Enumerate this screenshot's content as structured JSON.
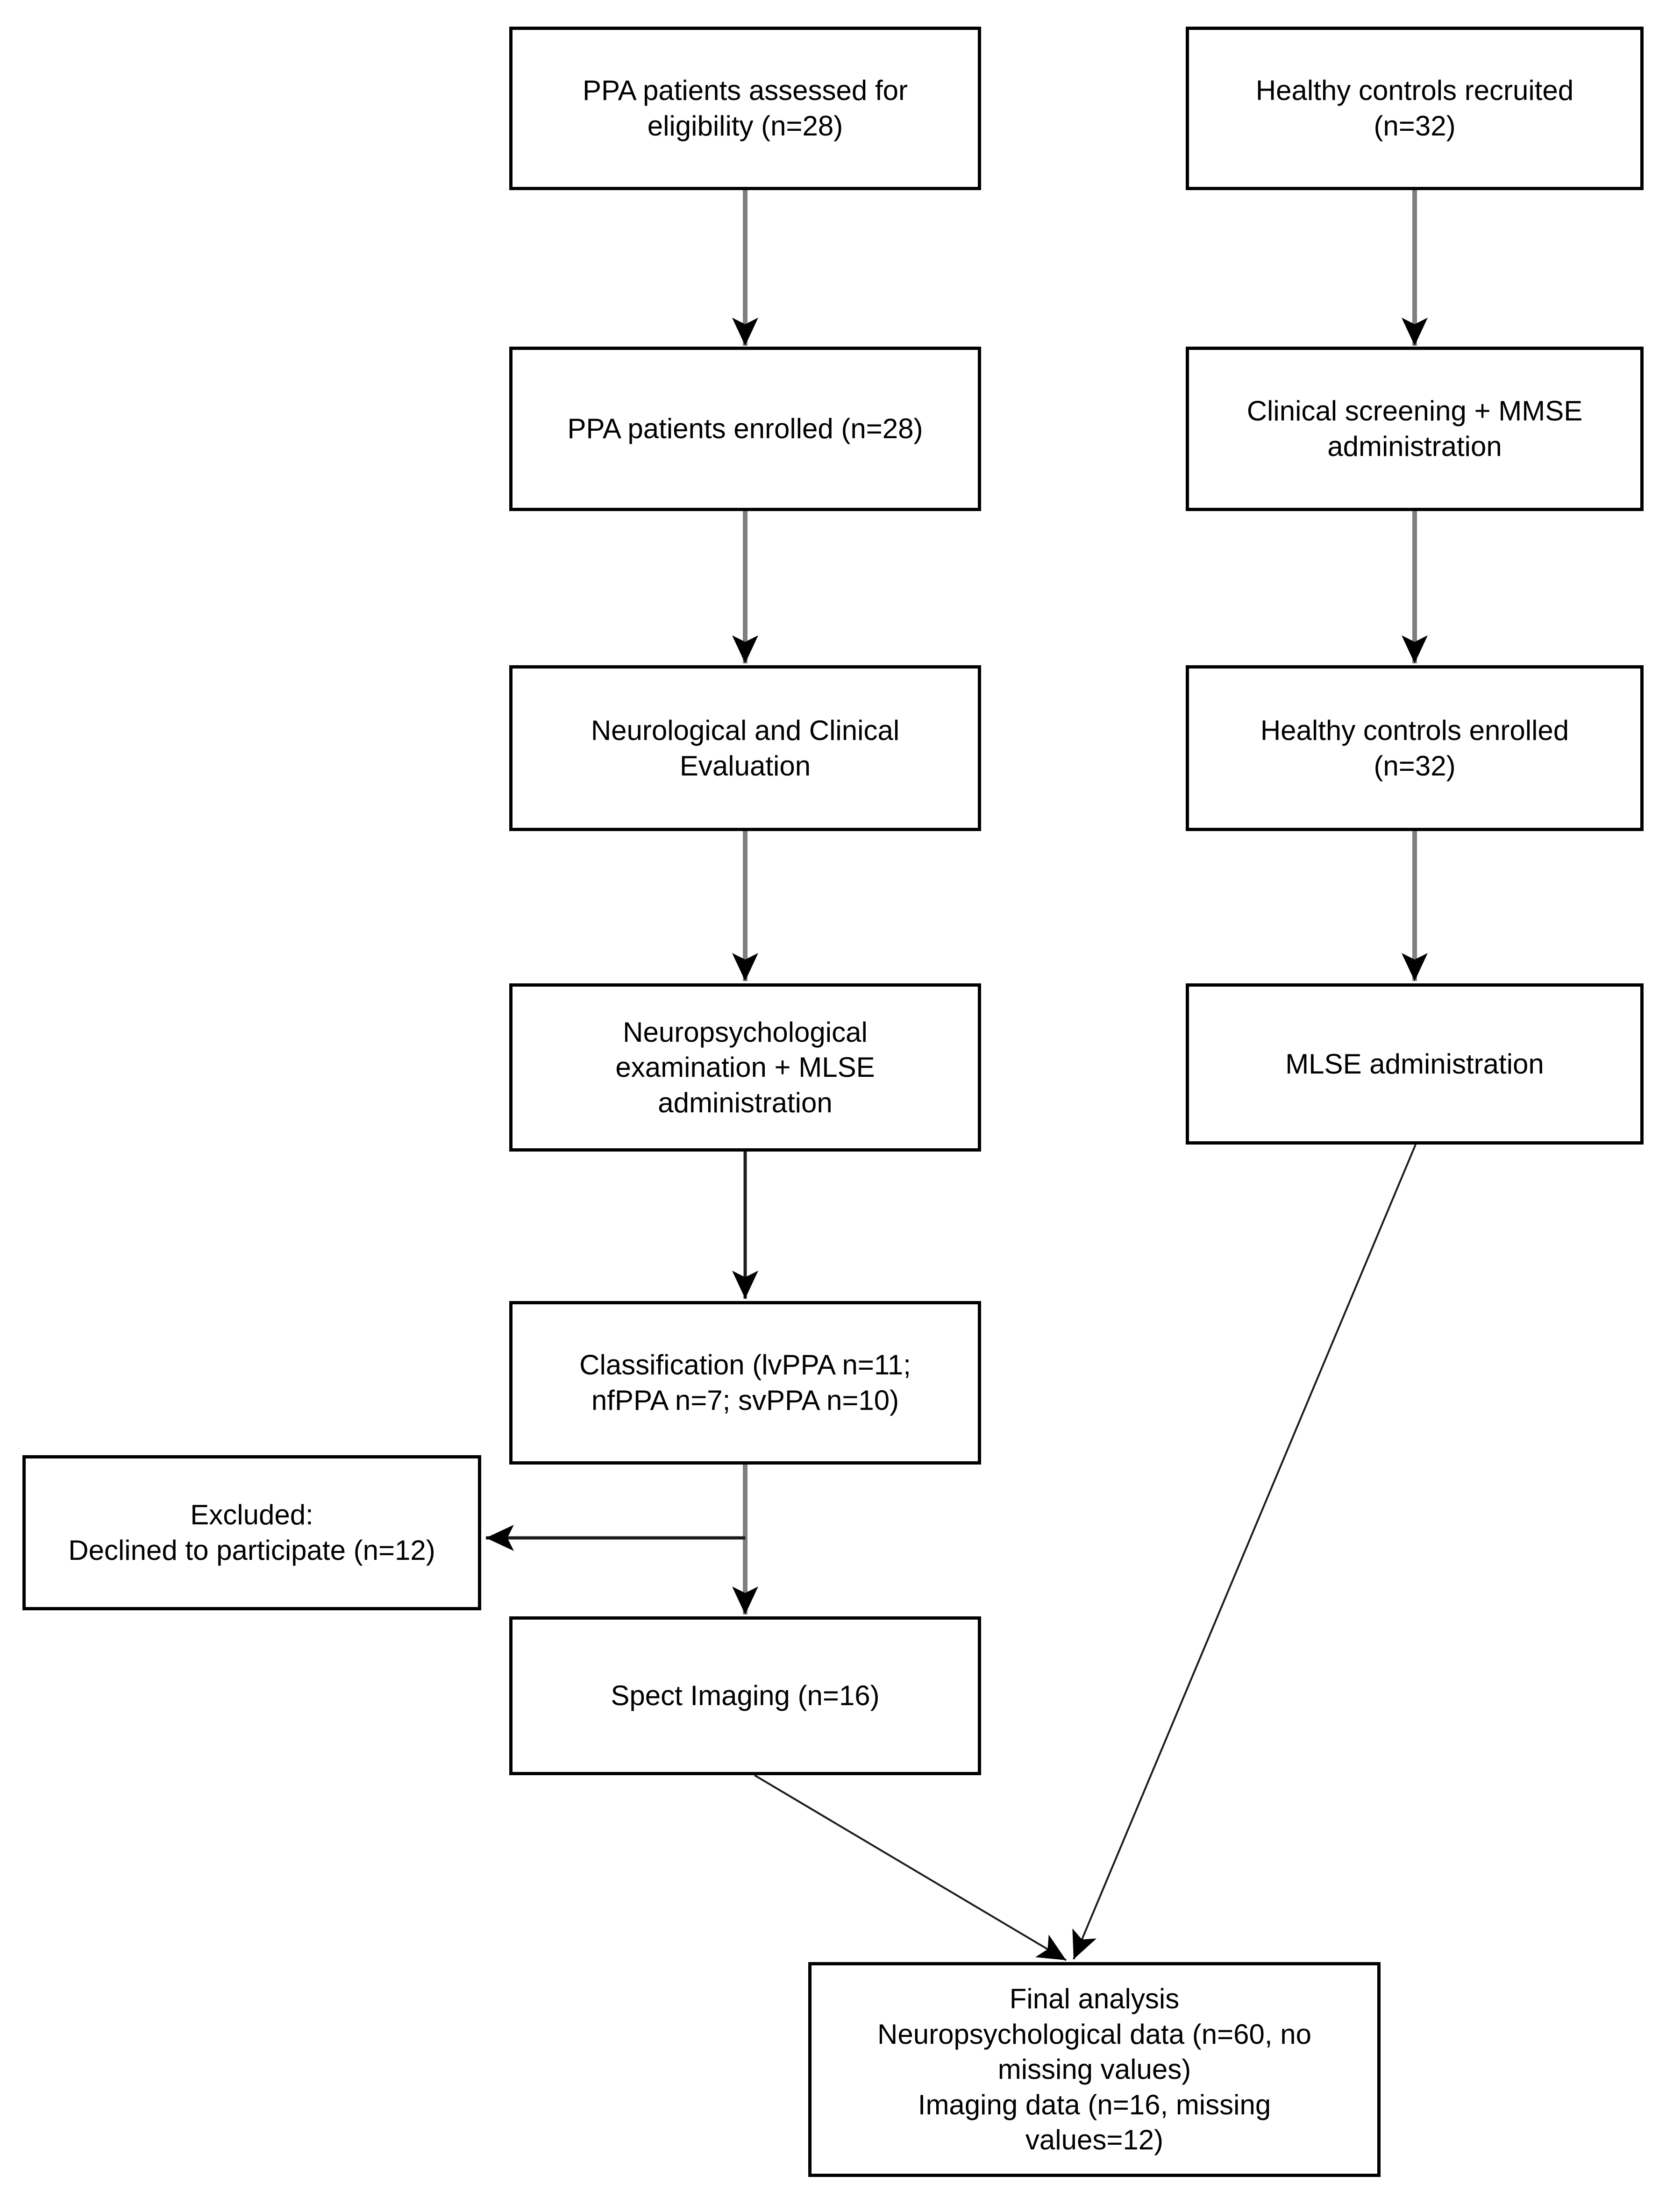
{
  "diagram": {
    "type": "flowchart",
    "nodes": {
      "ppa_assessed": {
        "label": "PPA patients assessed for\neligibility (n=28)"
      },
      "hc_recruited": {
        "label": "Healthy controls recruited\n(n=32)"
      },
      "ppa_enrolled": {
        "label": "PPA patients enrolled (n=28)"
      },
      "clinical_screening": {
        "label": "Clinical screening + MMSE\nadministration"
      },
      "neuro_eval": {
        "label": "Neurological and Clinical\nEvaluation"
      },
      "hc_enrolled": {
        "label": "Healthy controls enrolled\n(n=32)"
      },
      "neuropsych_exam": {
        "label": "Neuropsychological\nexamination + MLSE\nadministration"
      },
      "mlse_admin": {
        "label": "MLSE administration"
      },
      "classification": {
        "label": "Classification (lvPPA n=11;\nnfPPA n=7; svPPA n=10)"
      },
      "excluded": {
        "label": "Excluded:\nDeclined to participate (n=12)"
      },
      "spect": {
        "label": "Spect Imaging (n=16)"
      },
      "final": {
        "label": "Final analysis\nNeuropsychological data (n=60, no\nmissing values)\nImaging data (n=16, missing\nvalues=12)"
      }
    },
    "colors": {
      "background": "#ffffff",
      "box_border": "#000000",
      "text": "#000000",
      "connector_stem": "#7f7f7f",
      "connector_line": "#1c1c1c",
      "arrowhead": "#000000"
    }
  }
}
